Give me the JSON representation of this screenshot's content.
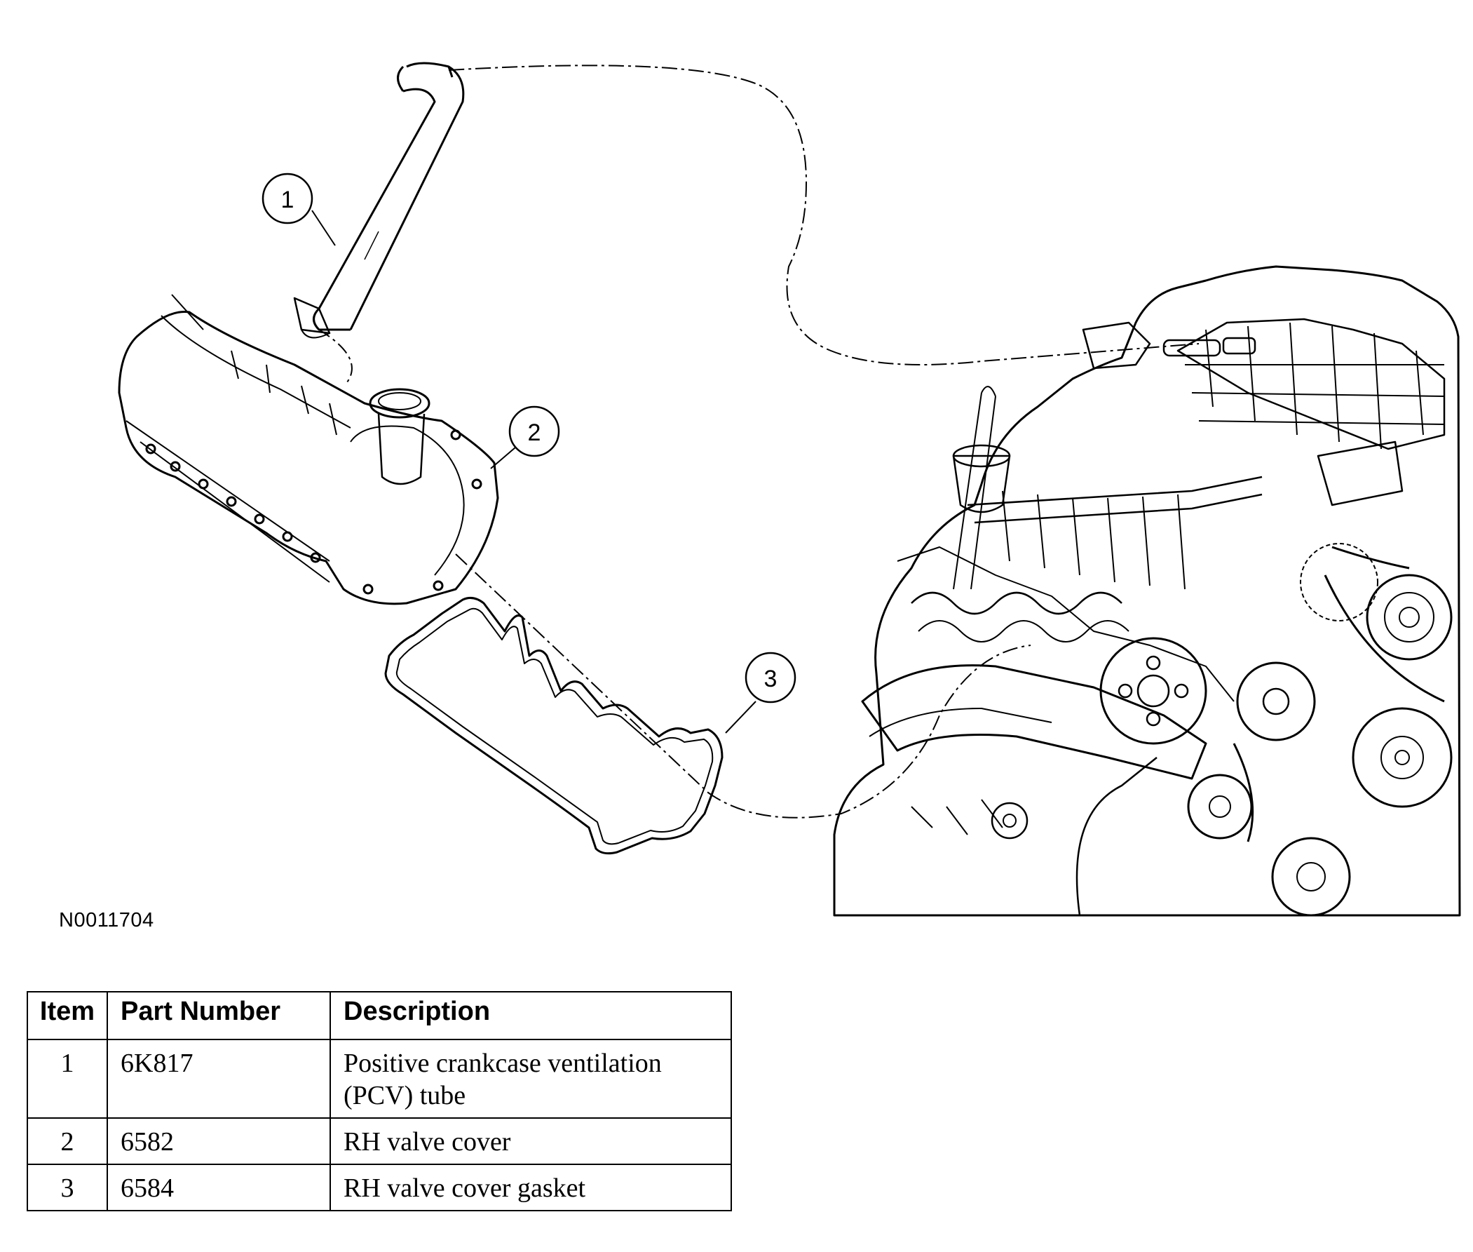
{
  "figure_id": "N0011704",
  "callouts": [
    "1",
    "2",
    "3"
  ],
  "table": {
    "headers": [
      "Item",
      "Part Number",
      "Description"
    ],
    "rows": [
      {
        "item": "1",
        "part": "6K817",
        "desc": "Positive crankcase ventilation (PCV) tube"
      },
      {
        "item": "2",
        "part": "6582",
        "desc": "RH valve cover"
      },
      {
        "item": "3",
        "part": "6584",
        "desc": "RH valve cover gasket"
      }
    ]
  }
}
